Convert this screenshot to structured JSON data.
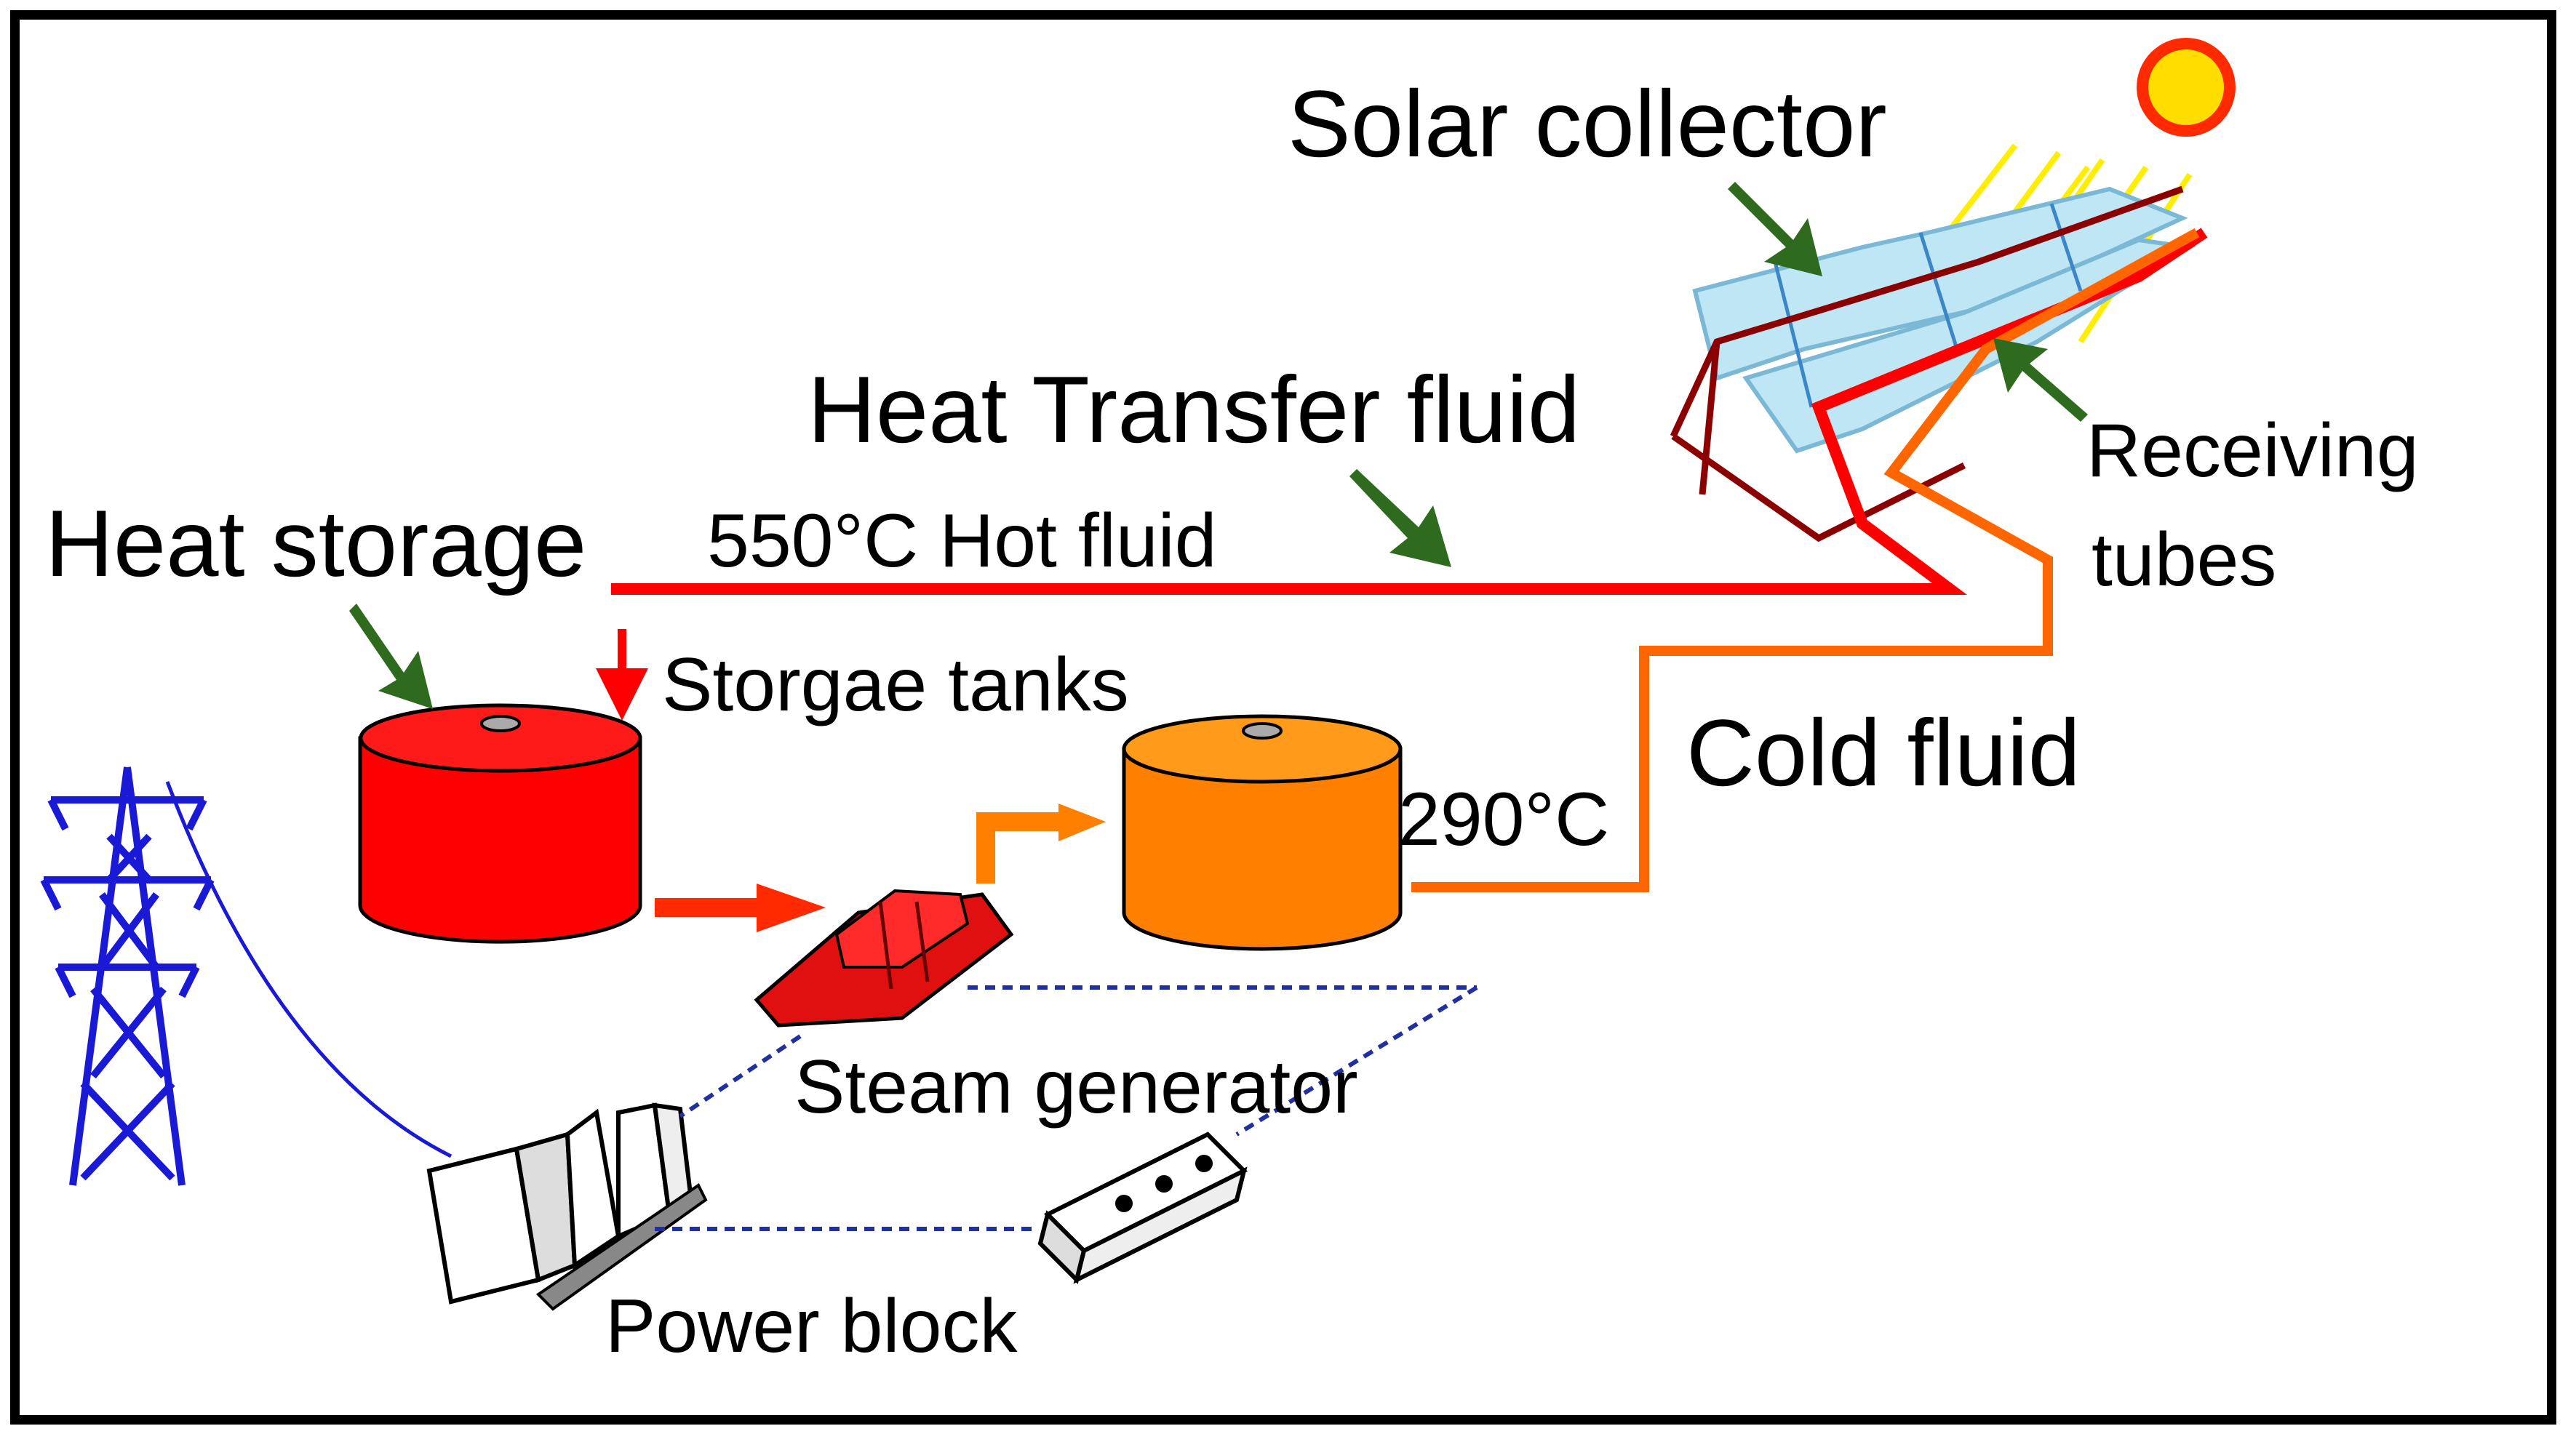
{
  "labels": {
    "solar_collector": "Solar collector",
    "heat_transfer_fluid": "Heat Transfer fluid",
    "heat_storage": "Heat storage",
    "hot_fluid": "550°C Hot fluid",
    "receiving": "Receiving",
    "tubes": "tubes",
    "storage_tanks": "Storgae tanks",
    "cold_fluid": "Cold fluid",
    "cold_temp": "290°C",
    "steam_generator": "Steam generator",
    "power_block": "Power block"
  },
  "colors": {
    "hot_line": "#ff0000",
    "cold_line": "#ff6600",
    "hot_tank": "#ff0000",
    "cold_tank": "#ff8000",
    "pointer_arrow": "#2f6b1f",
    "sun": "#ffdd00",
    "sun_ring": "#ff2a00",
    "collector": "#bfe6f5",
    "pylon": "#1a1ad6",
    "dotted_line": "#2030a0",
    "border": "#000000"
  }
}
